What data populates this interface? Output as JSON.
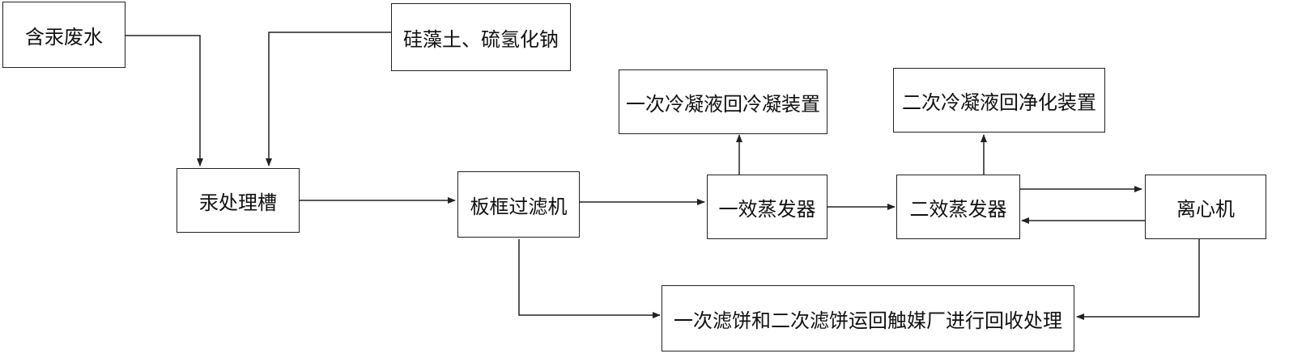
{
  "nodes": {
    "wastewater": "含汞废水",
    "reagents": "硅藻土、硫氢化钠",
    "mercury_tank": "汞处理槽",
    "plate_filter": "板框过滤机",
    "first_condensate": "一次冷凝液回冷凝装置",
    "second_condensate": "二次冷凝液回净化装置",
    "first_evaporator": "一效蒸发器",
    "second_evaporator": "二效蒸发器",
    "centrifuge": "离心机",
    "filter_cake": "一次滤饼和二次滤饼运回触媒厂进行回收处理"
  }
}
